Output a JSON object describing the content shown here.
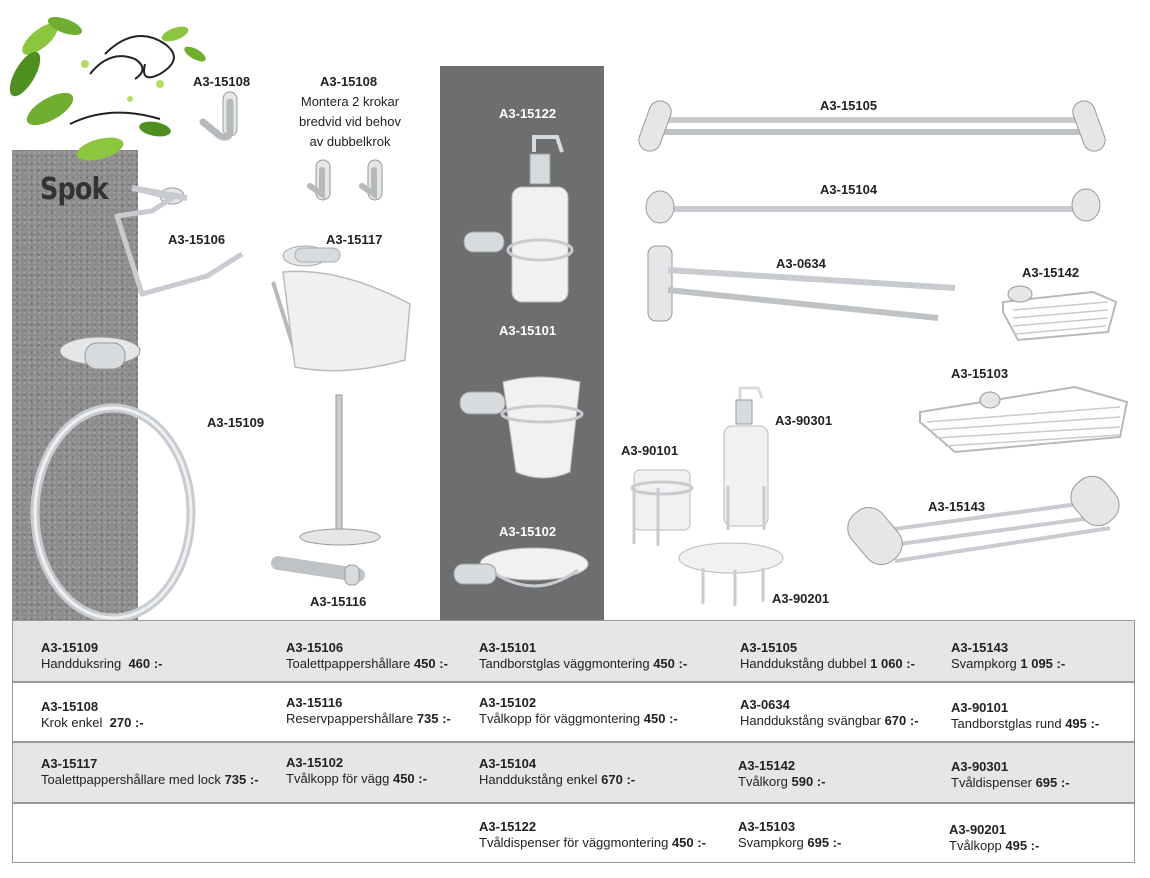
{
  "brand": "Spok",
  "products_display": {
    "a3_15108_single": "A3-15108",
    "a3_15108_double": "A3-15108",
    "a3_15108_note": [
      "Montera 2 krokar",
      "bredvid vid behov",
      "av dubbelkrok"
    ],
    "a3_15106": "A3-15106",
    "a3_15117": "A3-15117",
    "a3_15109": "A3-15109",
    "a3_15116": "A3-15116",
    "a3_15122": "A3-15122",
    "a3_15101": "A3-15101",
    "a3_15102": "A3-15102",
    "a3_15105": "A3-15105",
    "a3_15104": "A3-15104",
    "a3_0634": "A3-0634",
    "a3_15142": "A3-15142",
    "a3_15103": "A3-15103",
    "a3_90301": "A3-90301",
    "a3_90101": "A3-90101",
    "a3_15143": "A3-15143",
    "a3_90201": "A3-90201"
  },
  "price_table": {
    "rows": [
      [
        {
          "code": "A3-15109",
          "name": "Handduksring",
          "price": "460 :-"
        },
        {
          "code": "A3-15106",
          "name": "Toalettpappershållare",
          "price": "450 :-"
        },
        {
          "code": "A3-15101",
          "name": "Tandborstglas väggmontering",
          "price": "450 :-"
        },
        {
          "code": "A3-15105",
          "name": "Handdukstång dubbel",
          "price": "1 060 :-"
        },
        {
          "code": "A3-15143",
          "name": "Svampkorg",
          "price": "1 095 :-"
        }
      ],
      [
        {
          "code": "A3-15108",
          "name": "Krok enkel",
          "price": "270 :-"
        },
        {
          "code": "A3-15116",
          "name": "Reservpappershållare",
          "price": "735 :-"
        },
        {
          "code": "A3-15102",
          "name": "Tvålkopp för väggmontering",
          "price": "450 :-"
        },
        {
          "code": "A3-0634",
          "name": "Handdukstång svängbar",
          "price": "670 :-"
        },
        {
          "code": "A3-90101",
          "name": "Tandborstglas rund",
          "price": "495 :-"
        }
      ],
      [
        {
          "code": "A3-15117",
          "name": "Toalettpappershållare med lock",
          "price": "735 :-"
        },
        {
          "code": "A3-15102",
          "name": "Tvålkopp för vägg",
          "price": "450 :-"
        },
        {
          "code": "A3-15104",
          "name": "Handdukstång enkel",
          "price": "670 :-"
        },
        {
          "code": "A3-15142",
          "name": "Tvålkorg",
          "price": "590 :-"
        },
        {
          "code": "A3-90301",
          "name": "Tvåldispenser",
          "price": "695 :-"
        }
      ],
      [
        null,
        null,
        {
          "code": "A3-15122",
          "name": "Tvåldispenser för väggmontering",
          "price": "450 :-"
        },
        {
          "code": "A3-15103",
          "name": "Svampkorg",
          "price": "695 :-"
        },
        {
          "code": "A3-90201",
          "name": "Tvålkopp",
          "price": "495 :-"
        }
      ]
    ]
  },
  "colors": {
    "panel_gray": "#6d6e70",
    "row_shade": "#e6e6e7",
    "leaf_green": "#6fae2e",
    "chrome": "#c8ccd0"
  }
}
